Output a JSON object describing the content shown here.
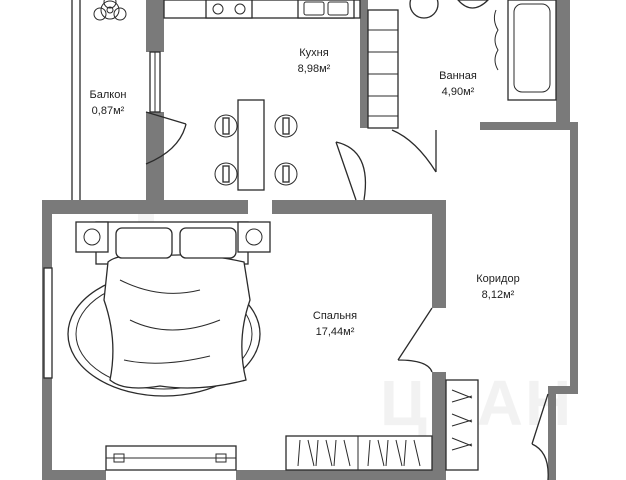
{
  "rooms": {
    "kitchen": {
      "name": "Кухня",
      "area": "8,98м²"
    },
    "balcony": {
      "name": "Балкон",
      "area": "0,87м²"
    },
    "bathroom": {
      "name": "Ванная",
      "area": "4,90м²"
    },
    "bedroom": {
      "name": "Спальня",
      "area": "17,44м²"
    },
    "corridor": {
      "name": "Коридор",
      "area": "8,12м²"
    }
  },
  "colors": {
    "wall": "#7a7a7a",
    "line": "#2b2b2b",
    "background": "#ffffff"
  }
}
